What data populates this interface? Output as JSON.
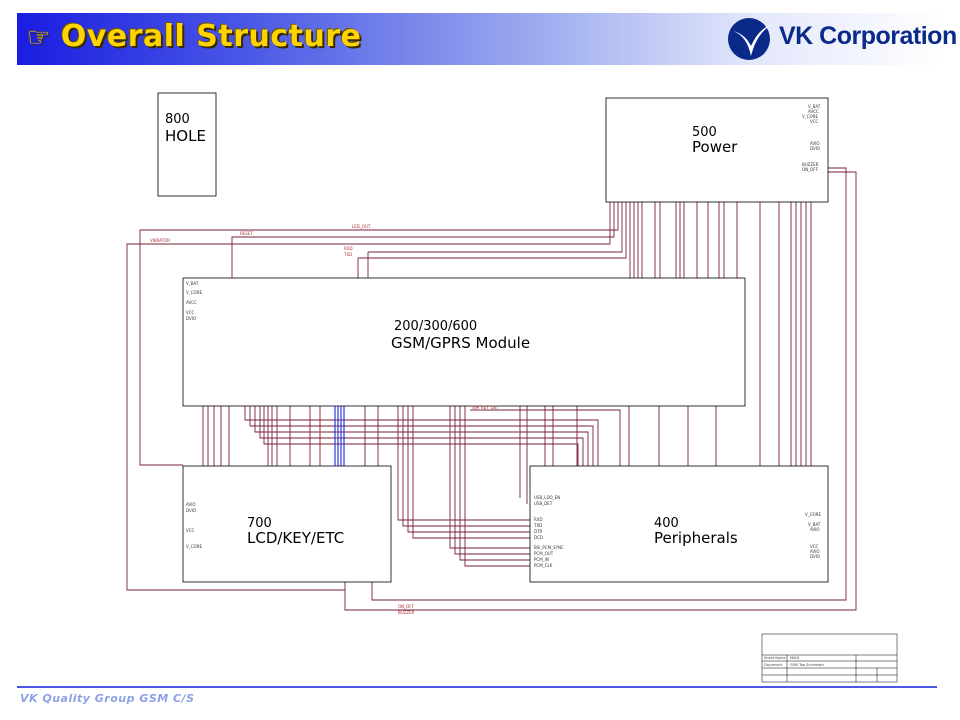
{
  "header": {
    "title": "Overall Structure",
    "brand_name": "VK Corporation",
    "accent_color": "#ffd400",
    "brand_color": "#0a2a8a"
  },
  "footer": {
    "text": "VK Quality Group GSM C/S"
  },
  "blocks": {
    "hole": {
      "number": "800",
      "name": "HOLE"
    },
    "power": {
      "number": "500",
      "name": "Power"
    },
    "gsm": {
      "number": "200/300/600",
      "name": "GSM/GPRS Module"
    },
    "lcd": {
      "number": "700",
      "name": "LCD/KEY/ETC"
    },
    "peripherals": {
      "number": "400",
      "name": "Peripherals"
    }
  },
  "power_pins": [
    "V_BAT",
    "AVCC",
    "V_CORE",
    "VCC",
    "AVIO",
    "DVIO",
    "BUZZER",
    "ON_OFF"
  ],
  "gsm_left_pins": [
    "V_BAT",
    "V_CORE",
    "AVCC",
    "VCC",
    "DVIO"
  ],
  "lcd_left_pins": [
    "AVIO",
    "DVIO",
    "VCC",
    "V_CORE"
  ],
  "periph_right_pins": [
    "V_CORE",
    "V_BAT",
    "AVIO",
    "VCC",
    "AVIO",
    "DVIO"
  ],
  "periph_left_pins": [
    "USB_LDO_EN",
    "USB_DET",
    "RXD",
    "TXD",
    "DTR",
    "DCD",
    "BSI_PCM_SYNC",
    "PCM_OUT",
    "PCM_IN",
    "PCM_CLK"
  ],
  "wire_labels": [
    "LED_OUT",
    "RESET",
    "VIBRATOR",
    "RXD",
    "TXD",
    "ON_OFF",
    "BUZZER",
    "SIM_KEY_DET"
  ],
  "title_block": {
    "name_label": "Sheet Name",
    "name_value": "MAIN",
    "doc_label": "Document",
    "doc_value": "GSM Top Schematic"
  }
}
